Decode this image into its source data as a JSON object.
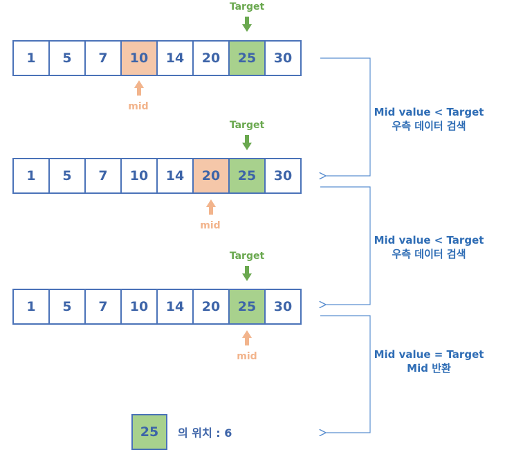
{
  "rows": [
    {
      "values": [
        "1",
        "5",
        "7",
        "10",
        "14",
        "20",
        "25",
        "30"
      ],
      "mid_index": 3,
      "target_index": 6,
      "target_label": "Target",
      "mid_label": "mid"
    },
    {
      "values": [
        "1",
        "5",
        "7",
        "10",
        "14",
        "20",
        "25",
        "30"
      ],
      "mid_index": 5,
      "target_index": 6,
      "target_label": "Target",
      "mid_label": "mid"
    },
    {
      "values": [
        "1",
        "5",
        "7",
        "10",
        "14",
        "20",
        "25",
        "30"
      ],
      "mid_index": 6,
      "target_index": 6,
      "target_label": "Target",
      "mid_label": "mid"
    }
  ],
  "notes": [
    {
      "line1": "Mid value < Target",
      "line2": "우측 데이터 검색"
    },
    {
      "line1": "Mid value < Target",
      "line2": "우측 데이터 검색"
    },
    {
      "line1": "Mid value = Target",
      "line2": "Mid 반환"
    }
  ],
  "result": {
    "value": "25",
    "text": "의 위치 : 6"
  },
  "colors": {
    "target": "#a8d18d",
    "mid": "#f5c7a9",
    "border": "#4a72b8",
    "text": "#3d64a8",
    "target_label": "#6aa84f",
    "mid_label": "#f2b48c",
    "note": "#2f6db5"
  }
}
